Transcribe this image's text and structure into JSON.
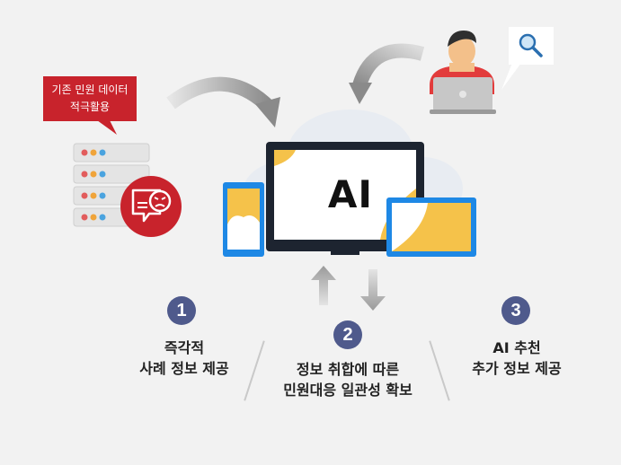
{
  "callout": {
    "line1": "기존 민원 데이터",
    "line2": "적극활용"
  },
  "screen": {
    "label": "AI"
  },
  "steps": [
    {
      "number": "1",
      "line1": "즉각적",
      "line2": "사례 정보 제공"
    },
    {
      "number": "2",
      "line1": "정보 취합에 따른",
      "line2": "민원대응 일관성 확보"
    },
    {
      "number": "3",
      "line1": "AI 추천",
      "line2": "추가 정보 제공"
    }
  ],
  "colors": {
    "badge": "#4f5a8c",
    "accent_red": "#c8232c",
    "device_blue": "#1e88e5",
    "screen_yellow": "#f5c24a",
    "background": "#f2f2f2"
  },
  "icons": [
    "server-stack-icon",
    "angry-complaint-icon",
    "user-laptop-icon",
    "magnifier-icon",
    "cloud-icon"
  ]
}
